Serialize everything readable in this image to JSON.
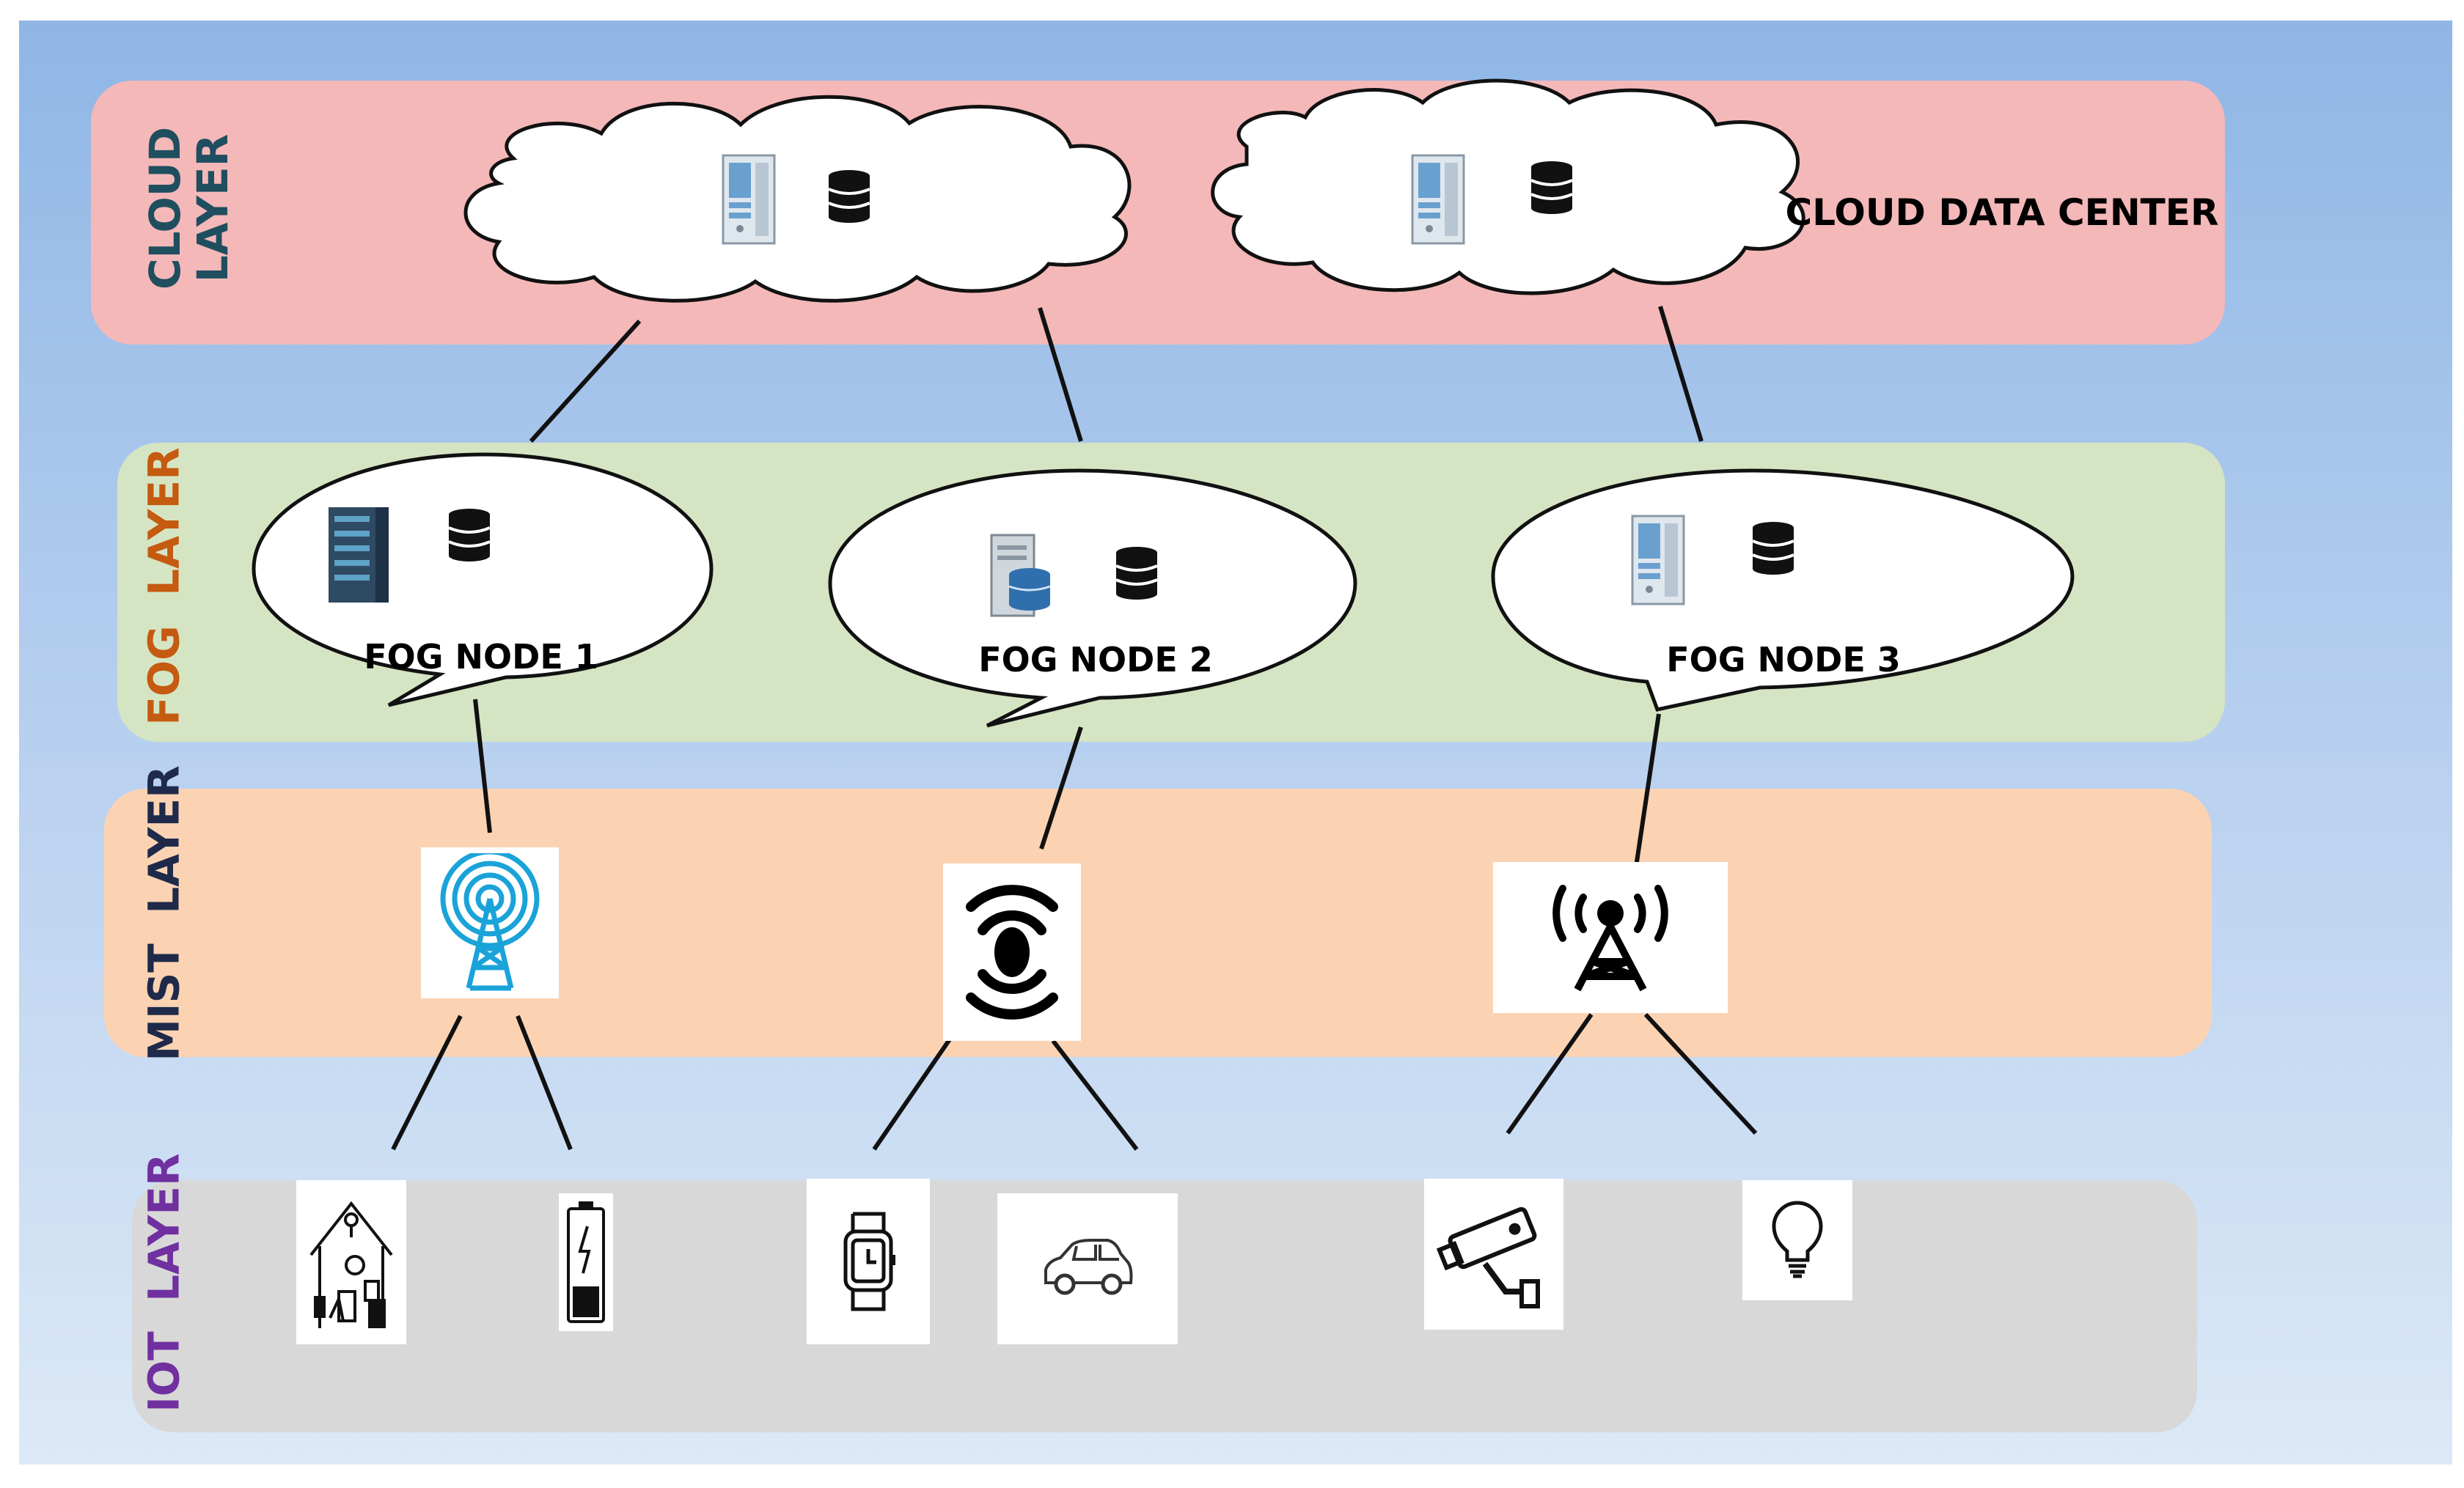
{
  "layers": {
    "cloud": {
      "label_line1": "CLOUD",
      "label_line2": "LAYER",
      "color": "#1f4e5f"
    },
    "fog": {
      "label": "FOG  LAYER",
      "color": "#c55a11"
    },
    "mist": {
      "label": "MIST  LAYER",
      "color": "#1f2a4a"
    },
    "iot": {
      "label": "IOT  LAYER",
      "color": "#7030a0"
    }
  },
  "cloud": {
    "data_center_label": "CLOUD DATA CENTER"
  },
  "fog_nodes": [
    {
      "label": "FOG NODE 1"
    },
    {
      "label": "FOG NODE 2"
    },
    {
      "label": "FOG NODE 3"
    }
  ],
  "mist_icons": [
    "wireless-tower-icon",
    "signal-emitter-icon",
    "broadcast-tower-icon"
  ],
  "iot_devices": [
    "smart-home-icon",
    "battery-icon",
    "smartwatch-icon",
    "car-icon",
    "cctv-camera-icon",
    "light-bulb-icon"
  ]
}
